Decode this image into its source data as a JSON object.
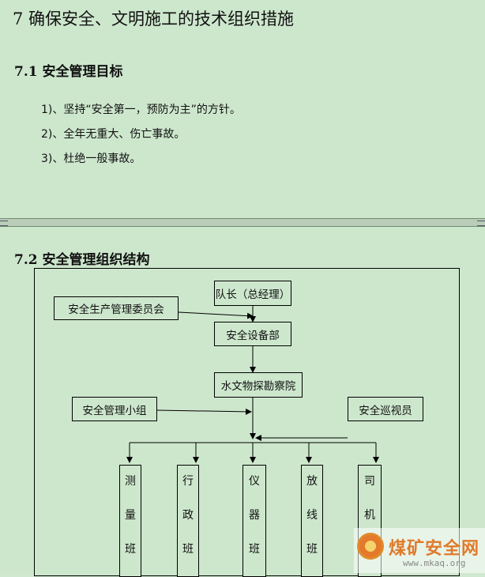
{
  "section": {
    "title": "7  确保安全、文明施工的技术组织措施"
  },
  "goals": {
    "heading": "7.1 安全管理目标",
    "items": [
      "1)、坚持“安全第一，预防为主”的方针。",
      "2)、全年无重大、伤亡事故。",
      "3)、杜绝一般事故。"
    ]
  },
  "org": {
    "heading": "7.2 安全管理组织结构",
    "leader": "队长（总经理）",
    "committee": "安全生产管理委员会",
    "safety_dept": "安全设备部",
    "survey_institute": "水文物探勘察院",
    "safety_group": "安全管理小组",
    "inspector": "安全巡视员",
    "teams": [
      [
        "测",
        "量",
        "班"
      ],
      [
        "行",
        "政",
        "班"
      ],
      [
        "仪",
        "器",
        "班"
      ],
      [
        "放",
        "线",
        "班"
      ],
      [
        "司",
        "机",
        "班"
      ]
    ]
  },
  "watermark": {
    "title": "煤矿安全网",
    "url": "www.mkaq.org"
  },
  "colors": {
    "page_background": "#cde7cd",
    "gap": "#b9cdb9",
    "watermark_accent": "#e07a2c"
  }
}
